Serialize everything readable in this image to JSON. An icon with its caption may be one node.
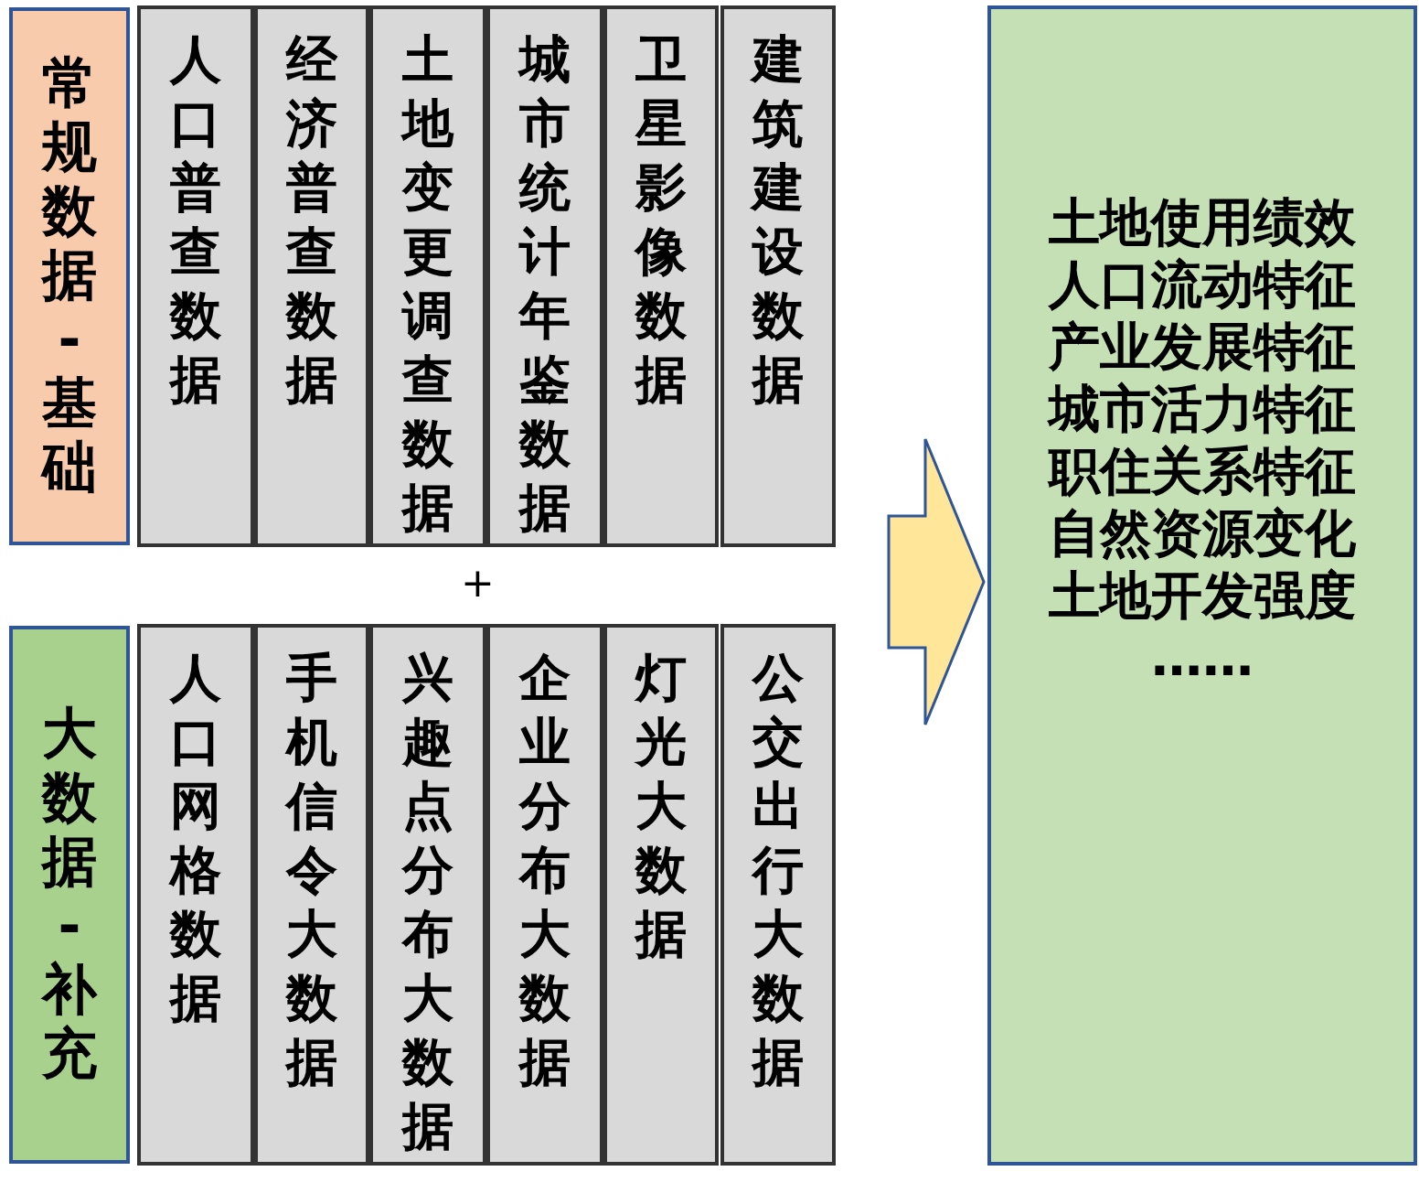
{
  "diagram": {
    "nodes": [
      {
        "text": [
          "常规数据-基础"
        ]
      },
      {
        "text": [
          "人口普查数据"
        ]
      },
      {
        "text": [
          "经济普查数据"
        ]
      },
      {
        "text": [
          "土地变更调查数据"
        ]
      },
      {
        "text": [
          "城市统计年鉴数据"
        ]
      },
      {
        "text": [
          "卫星影像数据"
        ]
      },
      {
        "text": [
          "建筑建设数据"
        ]
      },
      {
        "text": [
          "大数据-补充"
        ]
      },
      {
        "text": [
          "人口网格数据"
        ]
      },
      {
        "text": [
          "手机信令大数据"
        ]
      },
      {
        "text": [
          "兴趣点分布大数据"
        ]
      },
      {
        "text": [
          "企业分布大数据"
        ]
      },
      {
        "text": [
          "灯光大数据"
        ]
      },
      {
        "text": [
          "公交出行大数据"
        ]
      },
      {
        "text": [
          "土地使用绩效",
          "人口流动特征",
          "产业发展特征",
          "城市活力特征",
          "职住关系特征",
          "自然资源变化",
          "土地开发强度",
          "……"
        ]
      }
    ],
    "edges": [
      {
        "from": null,
        "to": 14,
        "arrow": "to"
      }
    ],
    "labels": [
      "+"
    ]
  }
}
